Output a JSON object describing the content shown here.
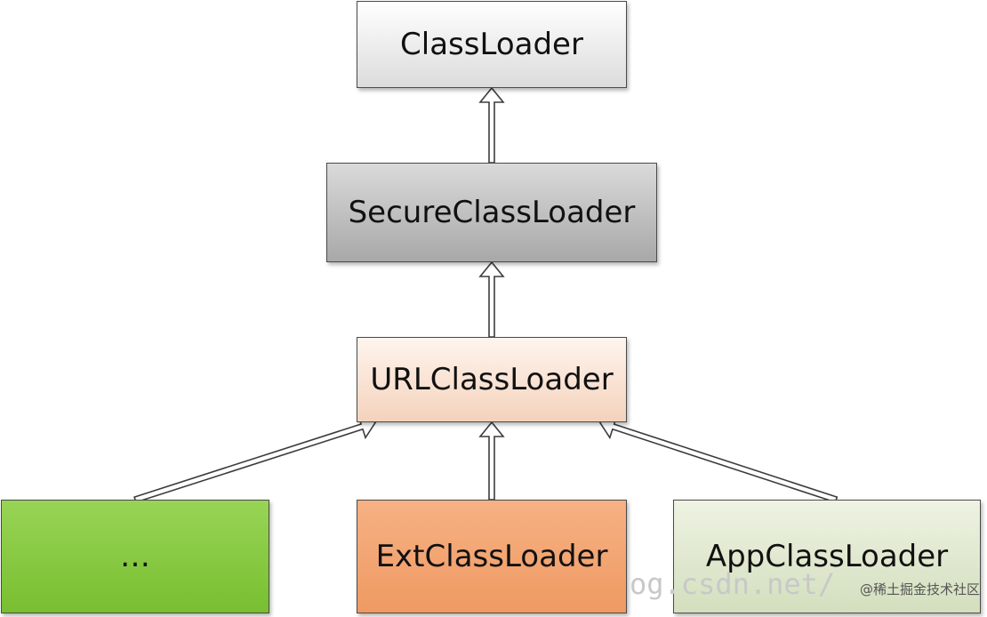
{
  "diagram": {
    "nodes": {
      "classloader": "ClassLoader",
      "secure": "SecureClassLoader",
      "url": "URLClassLoader",
      "dots": "…",
      "ext": "ExtClassLoader",
      "app": "AppClassLoader"
    },
    "edges": [
      {
        "from": "secure",
        "to": "classloader"
      },
      {
        "from": "url",
        "to": "secure"
      },
      {
        "from": "dots",
        "to": "url"
      },
      {
        "from": "ext",
        "to": "url"
      },
      {
        "from": "app",
        "to": "url"
      }
    ]
  },
  "watermarks": {
    "blog": "og.csdn.net/",
    "juejin": "@稀土掘金技术社区"
  },
  "colors": {
    "arrow_stroke": "#3c3c3c",
    "arrow_fill": "#ffffff"
  }
}
